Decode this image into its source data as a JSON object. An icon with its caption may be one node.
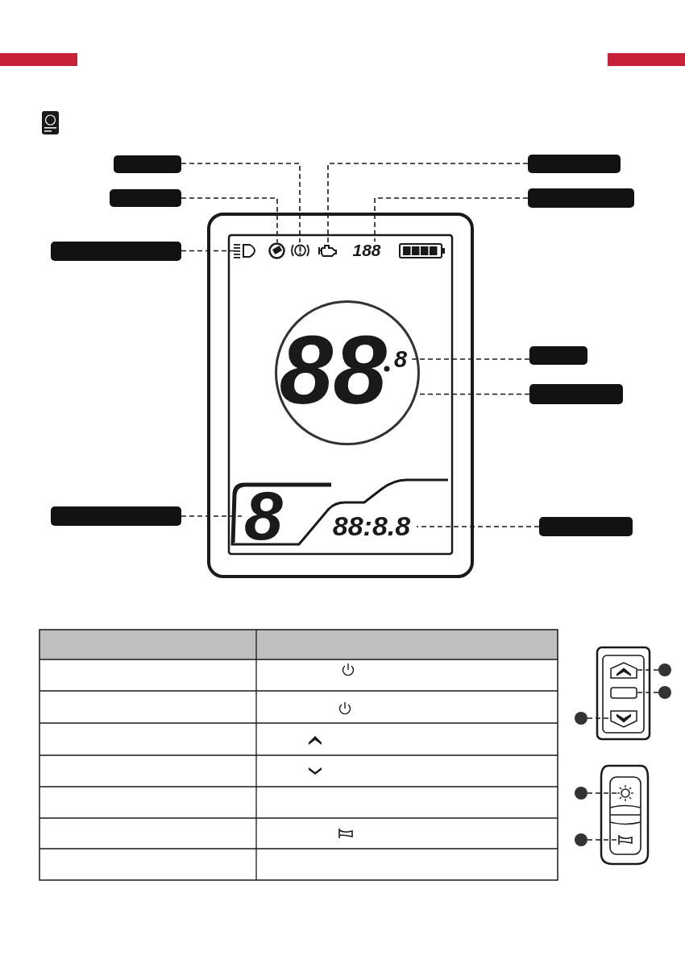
{
  "diagram": {
    "nodes": [
      {
        "text": [],
        "shape": "box"
      },
      {
        "text": [],
        "shape": "box"
      },
      {
        "text": [],
        "shape": "box"
      },
      {
        "text": [],
        "shape": "box"
      },
      {
        "text": [],
        "shape": "box"
      },
      {
        "text": [],
        "shape": "picture"
      },
      {
        "text": [],
        "shape": "picture"
      },
      {
        "text": [],
        "shape": "picture"
      },
      {
        "text": [],
        "shape": "picture"
      },
      {
        "text": [
          "188"
        ]
      },
      {
        "text": [],
        "shape": "circle"
      },
      {
        "text": [
          "8"
        ],
        "in": 10
      },
      {
        "text": [],
        "shape": "box"
      },
      {
        "text": [],
        "shape": "box"
      },
      {
        "text": [],
        "shape": "box"
      },
      {
        "text": [
          "8"
        ]
      },
      {
        "text": [
          "88:8.8"
        ]
      },
      {
        "text": [],
        "shape": "box"
      },
      {
        "text": [],
        "shape": "box"
      },
      {
        "text": [],
        "shape": "circle"
      },
      {
        "text": [],
        "shape": "box"
      },
      {
        "text": [],
        "shape": "circle"
      },
      {
        "text": [],
        "shape": "circle"
      },
      {
        "text": [],
        "shape": "box"
      },
      {
        "text": [],
        "shape": "circle"
      },
      {
        "text": [],
        "shape": "picture"
      },
      {
        "text": [],
        "shape": "circle"
      },
      {
        "text": [],
        "shape": "picture"
      }
    ],
    "edges": [
      {
        "from": 0,
        "to": 7,
        "arrow": "none"
      },
      {
        "from": 1,
        "to": 8,
        "arrow": "none"
      },
      {
        "from": 2,
        "to": 6,
        "arrow": "none"
      },
      {
        "from": 3,
        "to": 9,
        "arrow": "none"
      },
      {
        "from": 4,
        "to": 5,
        "arrow": "none"
      },
      {
        "from": 12,
        "to": 11,
        "arrow": "none"
      },
      {
        "from": 13,
        "to": 10,
        "arrow": "none"
      },
      {
        "from": 14,
        "to": 15,
        "arrow": "none"
      },
      {
        "from": 17,
        "to": 16,
        "arrow": "none"
      },
      {
        "from": 19,
        "to": 18,
        "arrow": "none"
      },
      {
        "from": 21,
        "to": 20,
        "arrow": "none"
      },
      {
        "from": 22,
        "to": 23,
        "arrow": "none"
      },
      {
        "from": 24,
        "to": 25,
        "arrow": "none"
      },
      {
        "from": 26,
        "to": 27,
        "arrow": "none"
      }
    ],
    "labels": [
      "88"
    ]
  }
}
